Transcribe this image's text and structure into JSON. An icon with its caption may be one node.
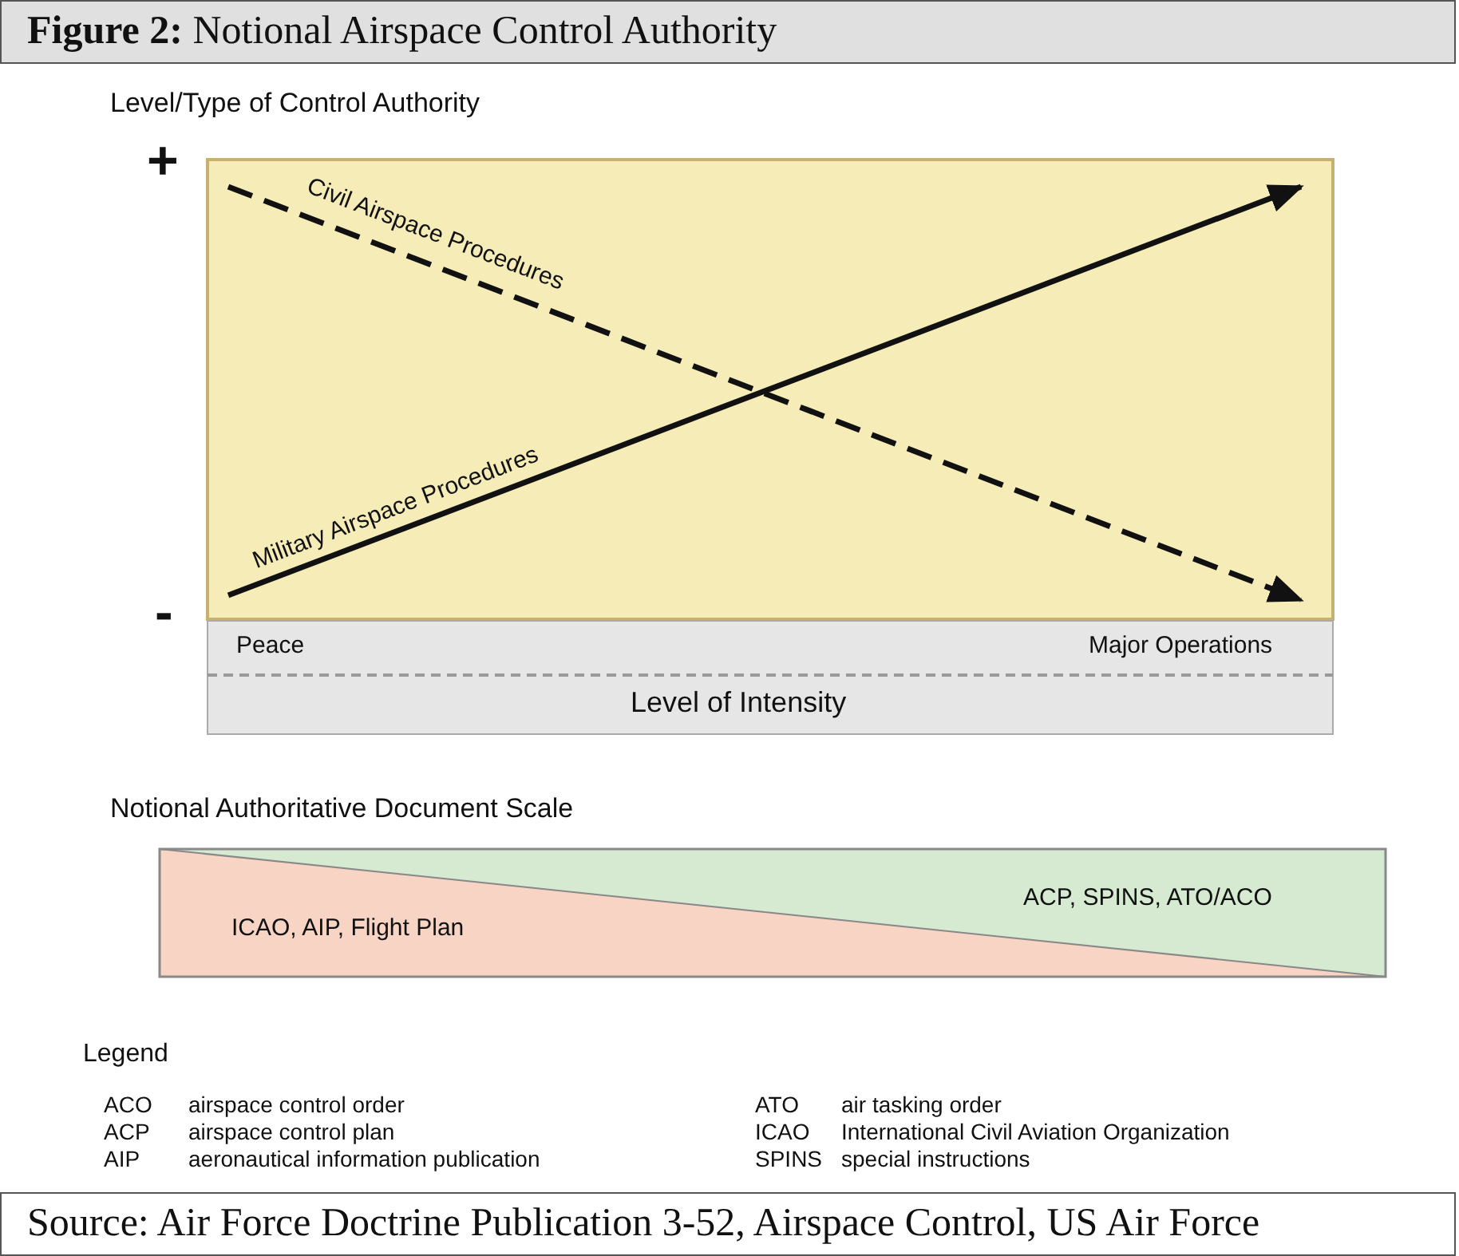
{
  "diagram": {
    "title": "**Figure 2:** Notional Airspace Control Authority",
    "caption": "Source: Air Force Doctrine Publication 3-52, Airspace Control, US Air Force",
    "labels": [
      "Level/Type of Control Authority",
      "+",
      "Civil Airspace Procedures",
      "Military Airspace Procedures",
      "-",
      "Peace",
      "Major Operations",
      "Level of Intensity",
      "Notional Authoritative Document Scale",
      "ICAO, AIP, Flight Plan",
      "ACP, SPINS, ATO/ACO",
      "Legend",
      "ACO",
      "airspace control order",
      "ATO",
      "air tasking order",
      "ACP",
      "airspace control plan",
      "ICAO",
      "International Civil Aviation Organization",
      "AIP",
      "aeronautical information publication",
      "SPINS",
      "special instructions"
    ]
  }
}
